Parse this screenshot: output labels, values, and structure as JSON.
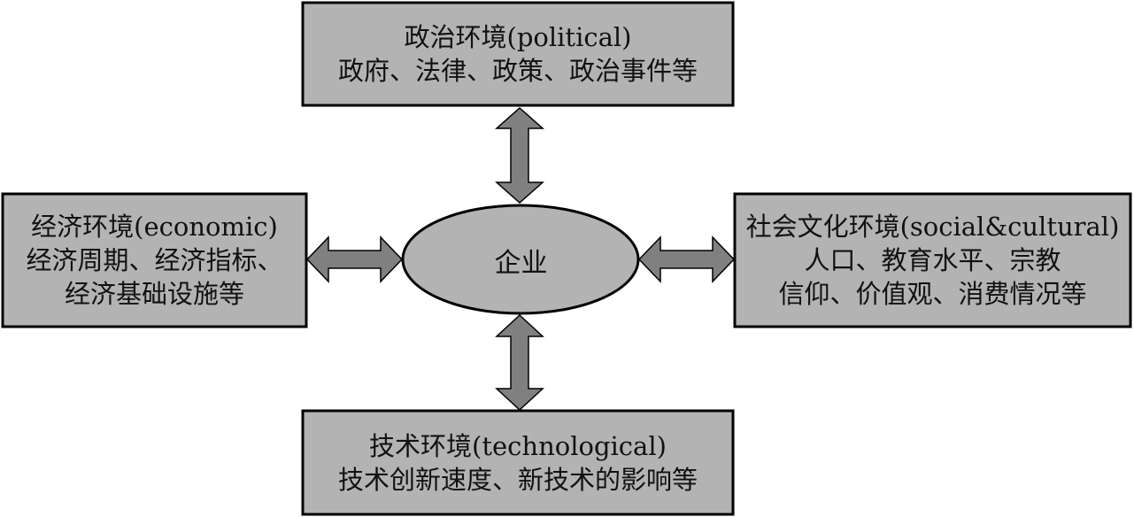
{
  "colors": {
    "box_fill": "#b3b3b3",
    "arrow_fill": "#808080",
    "stroke": "#000000"
  },
  "center": {
    "label": "企业"
  },
  "political": {
    "title": "政治环境(political)",
    "line1": "政府、法律、政策、政治事件等"
  },
  "economic": {
    "title": "经济环境(economic)",
    "line1": "经济周期、经济指标、",
    "line2": "经济基础设施等"
  },
  "social": {
    "title": "社会文化环境(social&cultural)",
    "line1": "人口、教育水平、宗教",
    "line2": "信仰、价值观、消费情况等"
  },
  "technological": {
    "title": "技术环境(technological)",
    "line1": "技术创新速度、新技术的影响等"
  }
}
